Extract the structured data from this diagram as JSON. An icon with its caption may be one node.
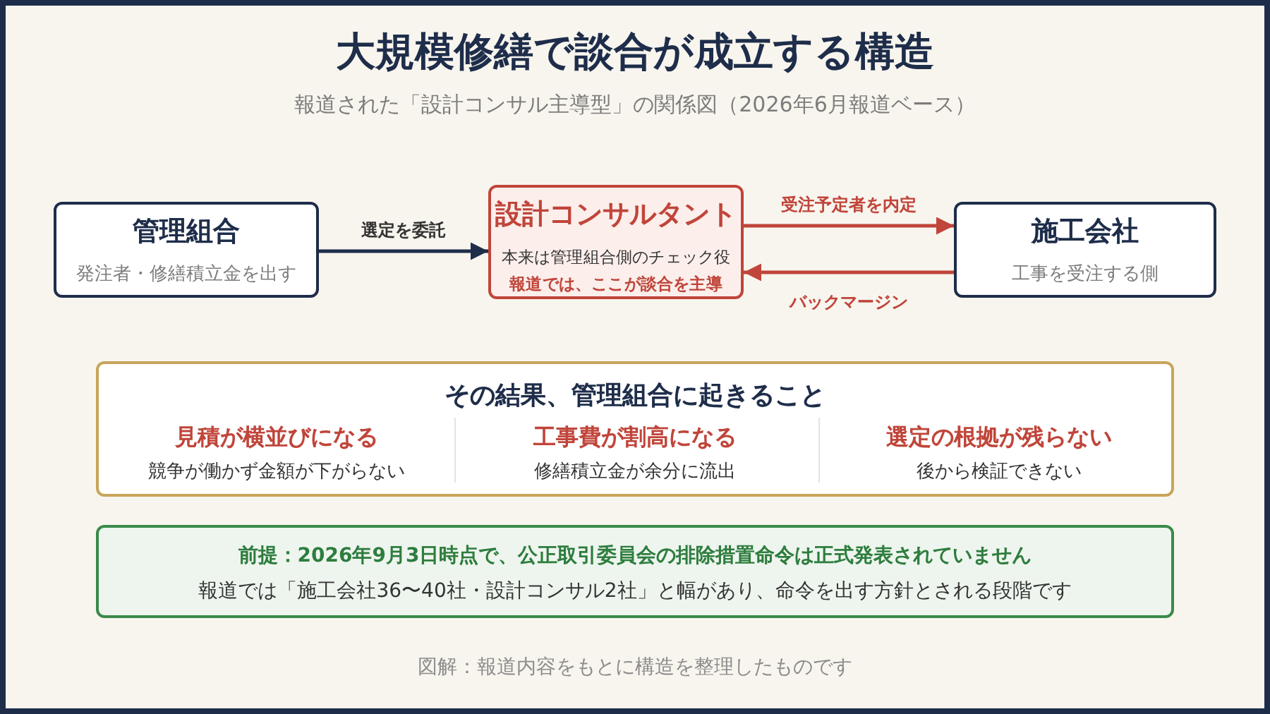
{
  "diagram": {
    "title": "大規模修繕で談合が成立する構造",
    "nodes": [
      {
        "text": [
          "管理組合",
          "発注者・修繕積立金を出す"
        ]
      },
      {
        "text": [
          "設計コンサルタント",
          "本来は管理組合側のチェック役",
          "報道では、ここが談合を主導"
        ]
      },
      {
        "text": [
          "施工会社",
          "工事を受注する側"
        ]
      },
      {
        "text": [
          "その結果、管理組合に起きること"
        ]
      },
      {
        "text": [
          "見積が横並びになる",
          "競争が働かず金額が下がらない"
        ],
        "in": 3
      },
      {
        "text": [
          "工事費が割高になる",
          "修繕積立金が余分に流出"
        ],
        "in": 3
      },
      {
        "text": [
          "選定の根拠が残らない",
          "後から検証できない"
        ],
        "in": 3
      },
      {
        "text": [
          "前提：2026年9月3日時点で、公正取引委員会の排除措置命令は正式発表されていません",
          "報道では「施工会社36〜40社・設計コンサル2社」と幅があり、命令を出す方針とされる段階です"
        ]
      }
    ],
    "edges": [
      {
        "from": 0,
        "to": 1,
        "arrow": "to",
        "label": "選定を委託",
        "color": "#1e2d4a"
      },
      {
        "from": 1,
        "to": 2,
        "arrow": "to",
        "label": "受注予定者を内定"
      },
      {
        "from": 2,
        "to": 1,
        "arrow": "to",
        "label": "バックマージン"
      }
    ],
    "labels": [
      "報道された「設計コンサル主導型」の関係図（2026年6月報道ベース）",
      "図解：報道内容をもとに構造を整理したものです"
    ]
  }
}
